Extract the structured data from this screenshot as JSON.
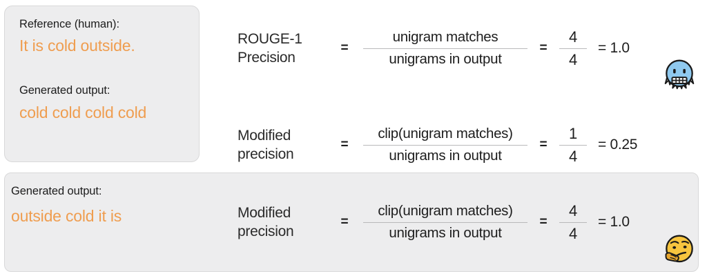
{
  "slide": {
    "background_color": "#ffffff",
    "panel_color": "#ededee",
    "accent_color": "#ef9d4f",
    "text_color": "#1d1d1d"
  },
  "example_top": {
    "reference_label": "Reference (human):",
    "reference_text": "It is cold outside.",
    "generated_label": "Generated output:",
    "generated_text": "cold cold cold cold"
  },
  "example_bottom": {
    "generated_label": "Generated output:",
    "generated_text": "outside cold it is"
  },
  "equations": [
    {
      "name_line1": "ROUGE-1",
      "name_line2": "Precision",
      "equals_1": "=",
      "numerator": "unigram matches",
      "denominator": "unigrams in output",
      "equals_2": "=",
      "value_numerator": "4",
      "value_denominator": "4",
      "result": "= 1.0",
      "emoji": "cold-face-emoji"
    },
    {
      "name_line1": "Modified",
      "name_line2": "precision",
      "equals_1": "=",
      "numerator": "clip(unigram matches)",
      "denominator": "unigrams in output",
      "equals_2": "=",
      "value_numerator": "1",
      "value_denominator": "4",
      "result": "= 0.25",
      "emoji": null
    },
    {
      "name_line1": "Modified",
      "name_line2": "precision",
      "equals_1": "=",
      "numerator": "clip(unigram matches)",
      "denominator": "unigrams in output",
      "equals_2": "=",
      "value_numerator": "4",
      "value_denominator": "4",
      "result": "= 1.0",
      "emoji": "thinking-face-emoji"
    }
  ]
}
